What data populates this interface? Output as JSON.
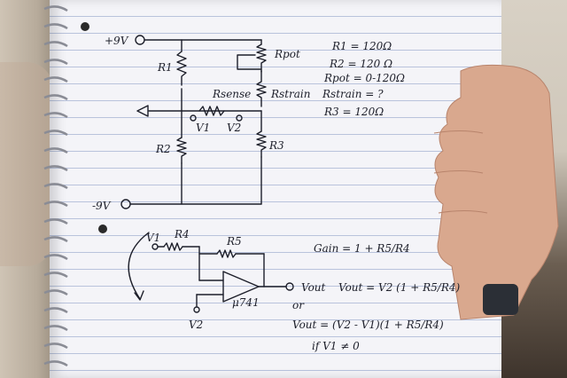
{
  "photo": {
    "subject": "handwritten circuit notes in a spiral notebook held by a hand"
  },
  "circuit": {
    "vplus": "+9V",
    "vminus": "-9V",
    "r1": "R1",
    "rpot": "Rpot",
    "rsense": "Rsense",
    "rstrain": "Rstrain",
    "r2": "R2",
    "r3": "R3",
    "v1": "V1",
    "v2": "V2"
  },
  "values": {
    "line1": "R1 = 120Ω",
    "line2": "R2 = 120 Ω",
    "line3": "Rpot = 0-120Ω",
    "line4": "Rstrain = ?",
    "line5": "R3 = 120Ω"
  },
  "amp": {
    "v1": "V1",
    "r4": "R4",
    "r5": "R5",
    "v2": "V2",
    "chip": "μ741",
    "vout": "Vout",
    "gain": "Gain = 1 + R5/R4",
    "eq1": "Vout = V2 (1 + R5/R4)",
    "or": "or",
    "eq2": "Vout = (V2 - V1)(1 + R5/R4)",
    "cond": "if V1 ≠ 0"
  }
}
